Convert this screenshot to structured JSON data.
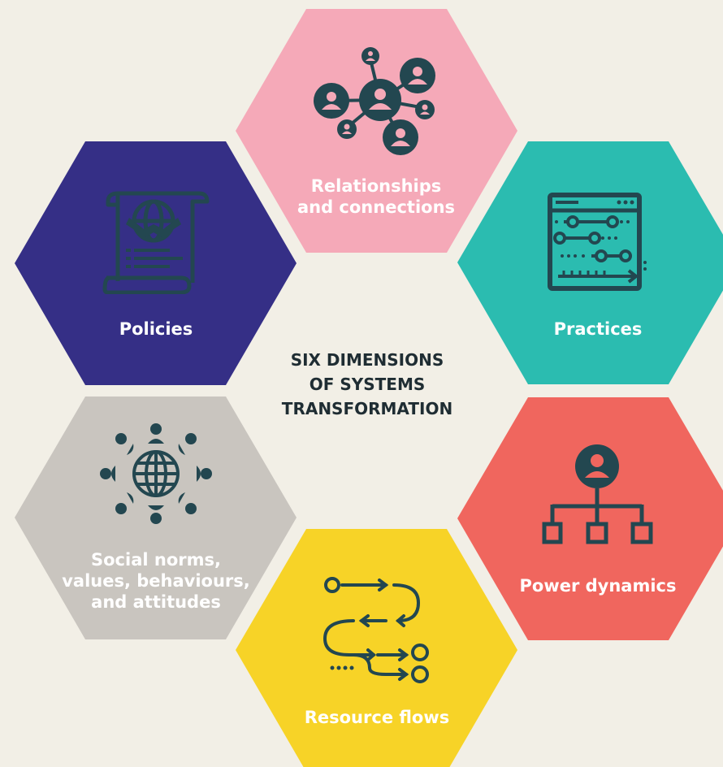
{
  "title": "SIX DIMENSIONS\nOF SYSTEMS\nTRANSFORMATION",
  "colors": {
    "background": "#f2efe6",
    "relationships": "#f5a9b8",
    "practices": "#2bbcb0",
    "power": "#f0665e",
    "resources": "#f7d327",
    "social": "#c9c5bf",
    "policies": "#352f86",
    "icon_dark": "#234750"
  },
  "dimensions": [
    {
      "id": "relationships",
      "label": "Relationships\nand connections",
      "icon": "network-people-icon"
    },
    {
      "id": "practices",
      "label": "Practices",
      "icon": "process-window-icon"
    },
    {
      "id": "power",
      "label": "Power dynamics",
      "icon": "hierarchy-icon"
    },
    {
      "id": "resources",
      "label": "Resource flows",
      "icon": "flow-arrows-icon"
    },
    {
      "id": "social",
      "label": "Social norms,\nvalues, behaviours,\nand attitudes",
      "icon": "globe-people-icon"
    },
    {
      "id": "policies",
      "label": "Policies",
      "icon": "policy-document-icon"
    }
  ]
}
